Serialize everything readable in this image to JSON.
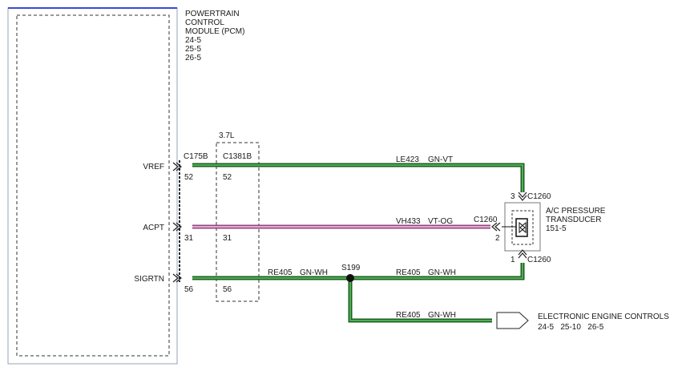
{
  "pcm": {
    "title_lines": [
      "POWERTRAIN",
      "CONTROL",
      "MODULE (PCM)"
    ],
    "refs": [
      "24-5",
      "25-5",
      "26-5"
    ],
    "pins": {
      "vref": "VREF",
      "acpt": "ACPT",
      "sigrtn": "SIGRTN"
    }
  },
  "connectors": {
    "c175b": {
      "name": "C175B",
      "pins": [
        "52",
        "31",
        "56"
      ]
    },
    "c1381b": {
      "engine": "3.7L",
      "name": "C1381B",
      "pins": [
        "52",
        "31",
        "56"
      ]
    }
  },
  "wires": {
    "le423": {
      "circuit": "LE423",
      "color": "GN-VT"
    },
    "vh433": {
      "circuit": "VH433",
      "color": "VT-OG"
    },
    "re405_a": {
      "circuit": "RE405",
      "color": "GN-WH"
    },
    "re405_b": {
      "circuit": "RE405",
      "color": "GN-WH"
    },
    "re405_c": {
      "circuit": "RE405",
      "color": "GN-WH"
    }
  },
  "splice": {
    "name": "S199"
  },
  "transducer": {
    "title_lines": [
      "A/C PRESSURE",
      "TRANSDUCER"
    ],
    "ref": "151-5",
    "connector": "C1260",
    "pins": {
      "top": "3",
      "middle": "2",
      "bottom": "1"
    }
  },
  "eec": {
    "title": "ELECTRONIC ENGINE CONTROLS",
    "refs": "24-5   25-10   26-5"
  },
  "colors": {
    "green_wire": "#2e7d32",
    "violet_wire": "#d98fc0",
    "module_border": "#6a73d4"
  }
}
